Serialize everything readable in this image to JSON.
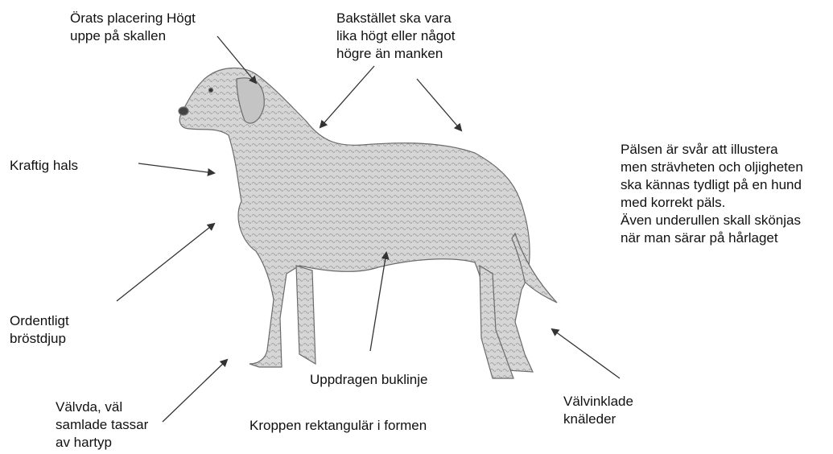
{
  "labels": {
    "ear": "Örats placering Högt\nuppe på skallen",
    "topline": "Bakstället ska vara\nlika högt eller något\nhögre än manken",
    "coat": "Pälsen är svår att illustera\nmen strävheten och oljigheten\nska kännas tydligt på en hund\nmed korrekt päls.\nÄven underullen skall skönjas\nnär man särar på hårlaget",
    "neck": "Kraftig hals",
    "chest": "Ordentligt\nbröstdjup",
    "belly": "Uppdragen buklinje",
    "body": "Kroppen rektangulär i formen",
    "feet": "Välvda, väl\nsamlade tassar\nav hartyp",
    "stifle": "Välvinklade\nknäleder"
  },
  "colors": {
    "text": "#111111",
    "arrow": "#333333",
    "dog_fill": "#d9d9d9",
    "dog_stroke": "#6b6b6b",
    "background": "#ffffff"
  }
}
